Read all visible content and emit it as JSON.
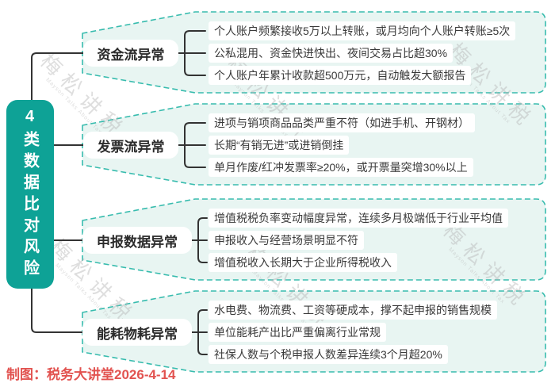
{
  "root": {
    "title": "4类数据比对风险"
  },
  "branches": [
    {
      "label": "资金流异常",
      "items": [
        "个人账户频繁接收5万以上转账，或月均向个人账户转账≥5次",
        "公私混用、资金快进快出、夜间交易占比超30%",
        "个人账户年累计收款超500万元，自动触发大额报告"
      ]
    },
    {
      "label": "发票流异常",
      "items": [
        "进项与销项商品品类严重不符（如进手机、开钢材）",
        "长期“有销无进”或进销倒挂",
        "单月作废/红冲发票率≥20%，或开票量突增30%以上"
      ]
    },
    {
      "label": "申报数据异常",
      "items": [
        "增值税税负率变动幅度异常，连续多月极端低于行业平均值",
        "申报收入与经营场景明显不符",
        "增值税收入长期大于企业所得税收入"
      ]
    },
    {
      "label": "能耗物耗异常",
      "items": [
        "水电费、物流费、工资等硬成本，撑不起申报的销售规模",
        "单位能耗产出比严重偏离行业常规",
        "社保人数与个税申报人数差异连续3个月超20%"
      ]
    }
  ],
  "watermark": {
    "text": "梅松讲税",
    "subtext": "Mayson Talks About Tax"
  },
  "caption": "制图：税务大讲堂2026-4-14",
  "colors": {
    "root_fill": "#0ea296",
    "container_fill": "#e8f5f2",
    "dash_stroke": "#38bcae",
    "connector": "#333333",
    "caption_red": "#e25350",
    "watermark_gray": "#b2b2b2"
  }
}
